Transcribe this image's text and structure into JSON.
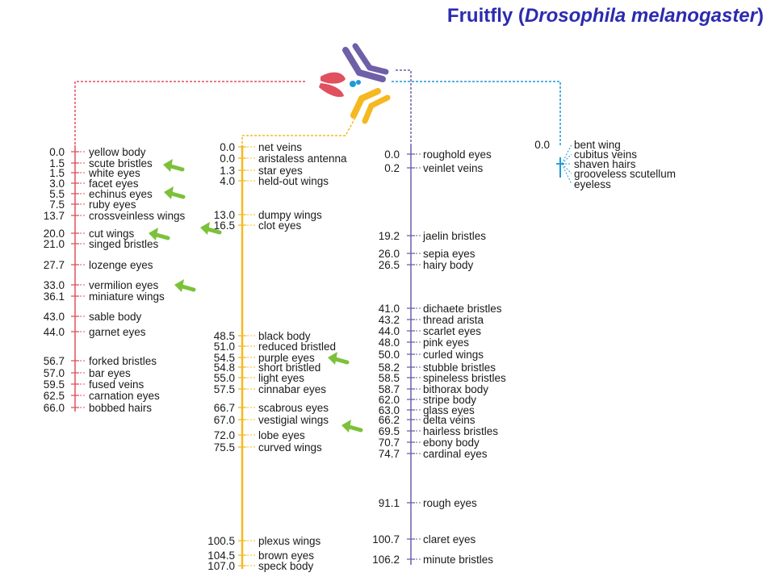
{
  "title": {
    "prefix": "Fruitfly (",
    "species": "Drosophila melanogaster",
    "suffix": ")"
  },
  "colors": {
    "title": "#2b2bb0",
    "chrX": "#e0505f",
    "chr2": "#f5b820",
    "chr3": "#6f5fa8",
    "chr4": "#1f9ad6",
    "arrow": "#7cc13a"
  },
  "chromosomes": [
    {
      "id": "X",
      "color": "#e0505f",
      "loci": [
        {
          "pos": "0.0",
          "name": "yellow body"
        },
        {
          "pos": "1.5",
          "name": "scute bristles"
        },
        {
          "pos": "1.5",
          "name": "white eyes"
        },
        {
          "pos": "3.0",
          "name": "facet eyes"
        },
        {
          "pos": "5.5",
          "name": "echinus eyes"
        },
        {
          "pos": "7.5",
          "name": "ruby eyes"
        },
        {
          "pos": "13.7",
          "name": "crossveinless wings"
        },
        {
          "pos": "20.0",
          "name": "cut wings"
        },
        {
          "pos": "21.0",
          "name": "singed bristles"
        },
        {
          "pos": "27.7",
          "name": "lozenge eyes"
        },
        {
          "pos": "33.0",
          "name": "vermilion eyes"
        },
        {
          "pos": "36.1",
          "name": "miniature wings"
        },
        {
          "pos": "43.0",
          "name": "sable body"
        },
        {
          "pos": "44.0",
          "name": "garnet eyes"
        },
        {
          "pos": "56.7",
          "name": "forked bristles"
        },
        {
          "pos": "57.0",
          "name": "bar eyes"
        },
        {
          "pos": "59.5",
          "name": "fused veins"
        },
        {
          "pos": "62.5",
          "name": "carnation eyes"
        },
        {
          "pos": "66.0",
          "name": "bobbed hairs"
        }
      ]
    },
    {
      "id": "2",
      "color": "#f5b820",
      "loci": [
        {
          "pos": "0.0",
          "name": "net veins"
        },
        {
          "pos": "0.0",
          "name": "aristaless antenna"
        },
        {
          "pos": "1.3",
          "name": "star eyes"
        },
        {
          "pos": "4.0",
          "name": "held-out wings"
        },
        {
          "pos": "13.0",
          "name": "dumpy wings"
        },
        {
          "pos": "16.5",
          "name": "clot eyes"
        },
        {
          "pos": "48.5",
          "name": "black body"
        },
        {
          "pos": "51.0",
          "name": "reduced bristled"
        },
        {
          "pos": "54.5",
          "name": "purple eyes"
        },
        {
          "pos": "54.8",
          "name": "short bristled"
        },
        {
          "pos": "55.0",
          "name": "light eyes"
        },
        {
          "pos": "57.5",
          "name": "cinnabar eyes"
        },
        {
          "pos": "66.7",
          "name": "scabrous eyes"
        },
        {
          "pos": "67.0",
          "name": "vestigial wings"
        },
        {
          "pos": "72.0",
          "name": "lobe eyes"
        },
        {
          "pos": "75.5",
          "name": "curved wings"
        },
        {
          "pos": "100.5",
          "name": "plexus wings"
        },
        {
          "pos": "104.5",
          "name": "brown eyes"
        },
        {
          "pos": "107.0",
          "name": "speck body"
        }
      ]
    },
    {
      "id": "3",
      "color": "#6f5fa8",
      "loci": [
        {
          "pos": "0.0",
          "name": "roughold eyes"
        },
        {
          "pos": "0.2",
          "name": "veinlet veins"
        },
        {
          "pos": "19.2",
          "name": "jaelin bristles"
        },
        {
          "pos": "26.0",
          "name": "sepia eyes"
        },
        {
          "pos": "26.5",
          "name": "hairy body"
        },
        {
          "pos": "41.0",
          "name": "dichaete bristles"
        },
        {
          "pos": "43.2",
          "name": "thread arista"
        },
        {
          "pos": "44.0",
          "name": "scarlet eyes"
        },
        {
          "pos": "48.0",
          "name": "pink eyes"
        },
        {
          "pos": "50.0",
          "name": "curled wings"
        },
        {
          "pos": "58.2",
          "name": "stubble bristles"
        },
        {
          "pos": "58.5",
          "name": "spineless bristles"
        },
        {
          "pos": "58.7",
          "name": "bithorax body"
        },
        {
          "pos": "62.0",
          "name": "stripe body"
        },
        {
          "pos": "63.0",
          "name": "glass eyes"
        },
        {
          "pos": "66.2",
          "name": "delta veins"
        },
        {
          "pos": "69.5",
          "name": "hairless bristles"
        },
        {
          "pos": "70.7",
          "name": "ebony body"
        },
        {
          "pos": "74.7",
          "name": "cardinal eyes"
        },
        {
          "pos": "91.1",
          "name": "rough eyes"
        },
        {
          "pos": "100.7",
          "name": "claret eyes"
        },
        {
          "pos": "106.2",
          "name": "minute bristles"
        }
      ]
    },
    {
      "id": "4",
      "color": "#1f9ad6",
      "loci": [
        {
          "pos": "0.0",
          "name": "bent wing"
        },
        {
          "pos": "",
          "name": "cubitus veins"
        },
        {
          "pos": "",
          "name": "shaven hairs"
        },
        {
          "pos": "",
          "name": "grooveless scutellum"
        },
        {
          "pos": "",
          "name": "eyeless"
        }
      ]
    }
  ]
}
